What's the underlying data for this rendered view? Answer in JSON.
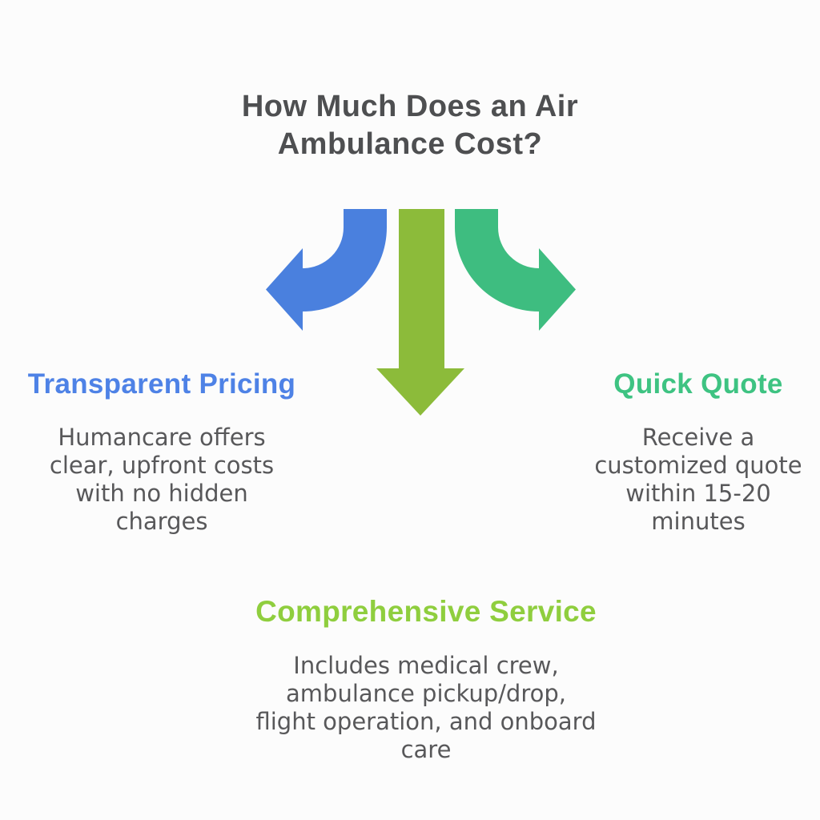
{
  "colors": {
    "background": "#fcfcfc",
    "title_text": "#4e4f51",
    "body_text": "#58585a",
    "arrow_blue": "#4a80de",
    "arrow_lime": "#8cbb3a",
    "arrow_emerald": "#3ebd80",
    "heading_blue": "#4e82e6",
    "heading_emerald": "#3ec382",
    "heading_lime": "#8fce3e"
  },
  "header": {
    "lines": [
      "How Much Does an Air",
      "Ambulance Cost?"
    ]
  },
  "arrows": {
    "left_icon": "curved-arrow-down-left",
    "center_icon": "straight-arrow-down",
    "right_icon": "curved-arrow-down-right"
  },
  "sections": {
    "left": {
      "heading": "Transparent Pricing",
      "body_lines": [
        "Humancare offers",
        "clear, upfront costs",
        "with no hidden",
        "charges"
      ]
    },
    "right": {
      "heading": "Quick Quote",
      "body_lines": [
        "Receive a",
        "customized quote",
        "within 15-20",
        "minutes"
      ]
    },
    "bottom": {
      "heading": "Comprehensive Service",
      "body_lines": [
        "Includes medical crew,",
        "ambulance pickup/drop,",
        "flight operation, and onboard",
        "care"
      ]
    }
  }
}
